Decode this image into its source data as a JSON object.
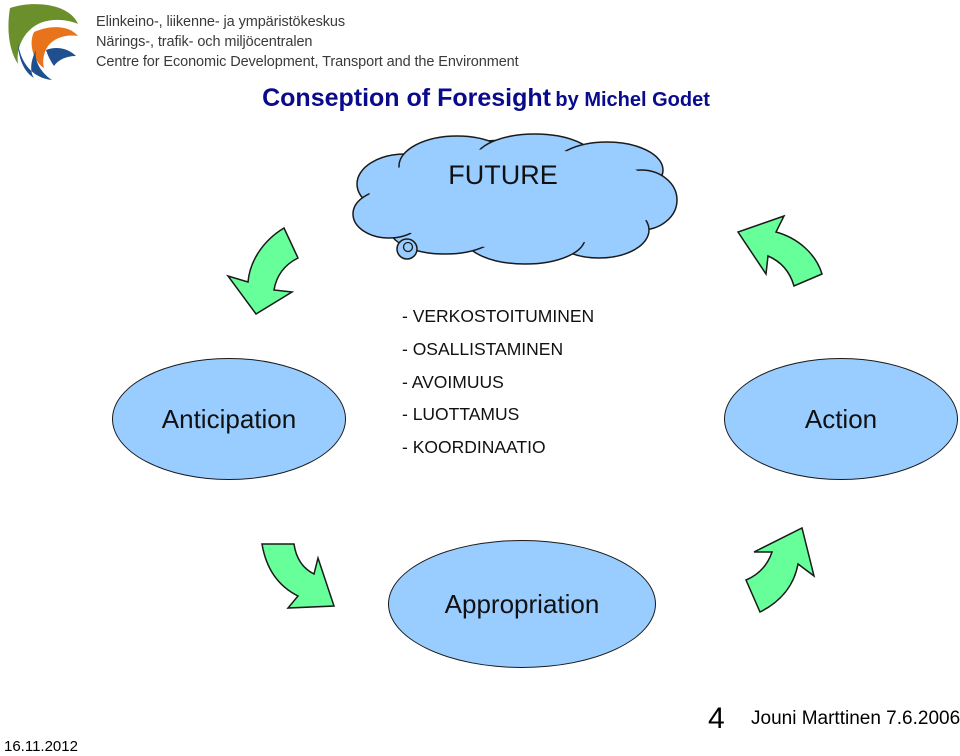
{
  "header": {
    "org_lines": [
      "Elinkeino-, liikenne- ja ympäristökeskus",
      "Närings-, trafik- och miljöcentralen",
      "Centre for Economic Development, Transport and the Environment"
    ]
  },
  "title": {
    "main": "Conseption of Foresight",
    "by": "by Michel Godet"
  },
  "diagram": {
    "future": "FUTURE",
    "anticipation": "Anticipation",
    "action": "Action",
    "appropriation": "Appropriation",
    "items": [
      "- VERKOSTOITUMINEN",
      "- OSALLISTAMINEN",
      "- AVOIMUUS",
      "- LUOTTAMUS",
      "- KOORDINAATIO"
    ]
  },
  "footer": {
    "date": "16.11.2012",
    "page_number": "4",
    "author_note": "Jouni Marttinen 7.6.2006"
  },
  "colors": {
    "node_fill": "#99ccff",
    "arrow_fill": "#66ff99",
    "title": "#0a0a8c",
    "logo_orange": "#e8731a",
    "logo_blue": "#1f4f8f",
    "logo_green": "#6b8f2a"
  }
}
